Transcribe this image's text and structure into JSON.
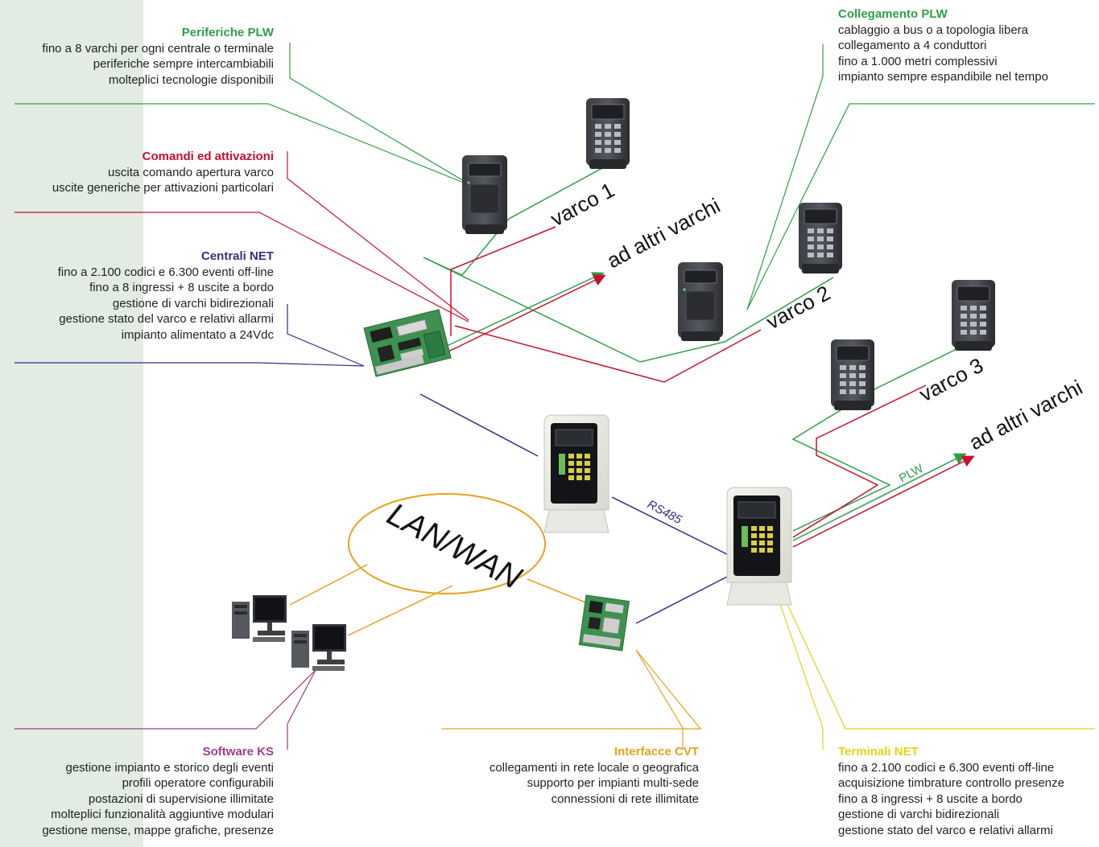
{
  "colors": {
    "green": "#2e9e4a",
    "red": "#c8102e",
    "purple": "#3b2a8a",
    "orange": "#e6a21c",
    "magenta": "#a23a8c",
    "yellow": "#e0d41a",
    "sidebar": "#e2ece2"
  },
  "blocks": {
    "periferiche": {
      "title": "Periferiche PLW",
      "lines": [
        "fino a 8 varchi per ogni centrale o terminale",
        "periferiche sempre intercambiabili",
        "molteplici tecnologie disponibili"
      ]
    },
    "comandi": {
      "title": "Comandi ed attivazioni",
      "lines": [
        "uscita comando apertura varco",
        "uscite generiche per attivazioni particolari"
      ]
    },
    "centrali": {
      "title": "Centrali NET",
      "lines": [
        "fino a 2.100 codici e 6.300 eventi off-line",
        "fino a 8 ingressi + 8 uscite a bordo",
        "gestione di varchi bidirezionali",
        "gestione stato del varco e relativi allarmi",
        "impianto alimentato a 24Vdc"
      ]
    },
    "collegamento": {
      "title": "Collegamento PLW",
      "lines": [
        "cablaggio a bus o a topologia libera",
        "collegamento a 4 conduttori",
        "fino a 1.000 metri complessivi",
        "impianto sempre espandibile nel tempo"
      ]
    },
    "software": {
      "title": "Software KS",
      "lines": [
        "gestione impianto e storico degli eventi",
        "profili operatore configurabili",
        "postazioni di supervisione illimitate",
        "molteplici funzionalità aggiuntive modulari",
        "gestione mense, mappe grafiche, presenze"
      ]
    },
    "interfacce": {
      "title": "Interfacce CVT",
      "lines": [
        "collegamenti in rete locale o geografica",
        "supporto per impianti multi-sede",
        "connessioni di rete illimitate"
      ]
    },
    "terminali": {
      "title": "Terminali NET",
      "lines": [
        "fino a 2.100 codici e 6.300 eventi off-line",
        "acquisizione timbrature controllo presenze",
        "fino a 8 ingressi + 8 uscite a bordo",
        "gestione di varchi bidirezionali",
        "gestione stato del varco e relativi allarmi"
      ]
    }
  },
  "labels": {
    "varco1": "varco 1",
    "varco2": "varco 2",
    "varco3": "varco 3",
    "altri1": "ad altri varchi",
    "altri2": "ad altri varchi",
    "lanwan": "LAN/WAN",
    "rs485": "RS485",
    "plw": "PLW"
  }
}
